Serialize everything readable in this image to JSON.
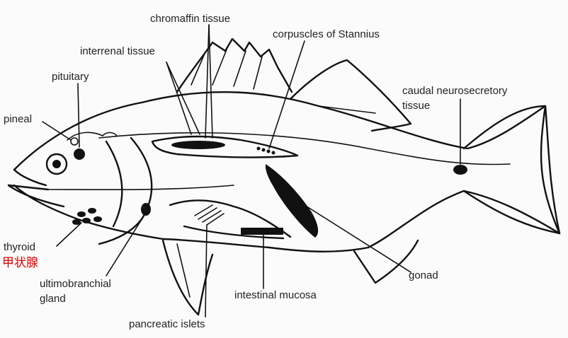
{
  "labels": {
    "chromaffin": "chromaffin tissue",
    "corpuscles": "corpuscles of Stannius",
    "interrenal": "interrenal tissue",
    "pituitary": "pituitary",
    "caudal_line1": "caudal neurosecretory",
    "caudal_line2": "tissue",
    "pineal": "pineal",
    "thyroid": "thyroid",
    "thyroid_cn": "甲状腺",
    "ultimo_line1": "ultimobranchial",
    "ultimo_line2": "gland",
    "gonad": "gonad",
    "intestinal": "intestinal mucosa",
    "pancreatic": "pancreatic islets"
  },
  "colors": {
    "ink": "#111111",
    "text": "#222222",
    "annotation": "#e00000",
    "background": "#fbfbfb"
  }
}
